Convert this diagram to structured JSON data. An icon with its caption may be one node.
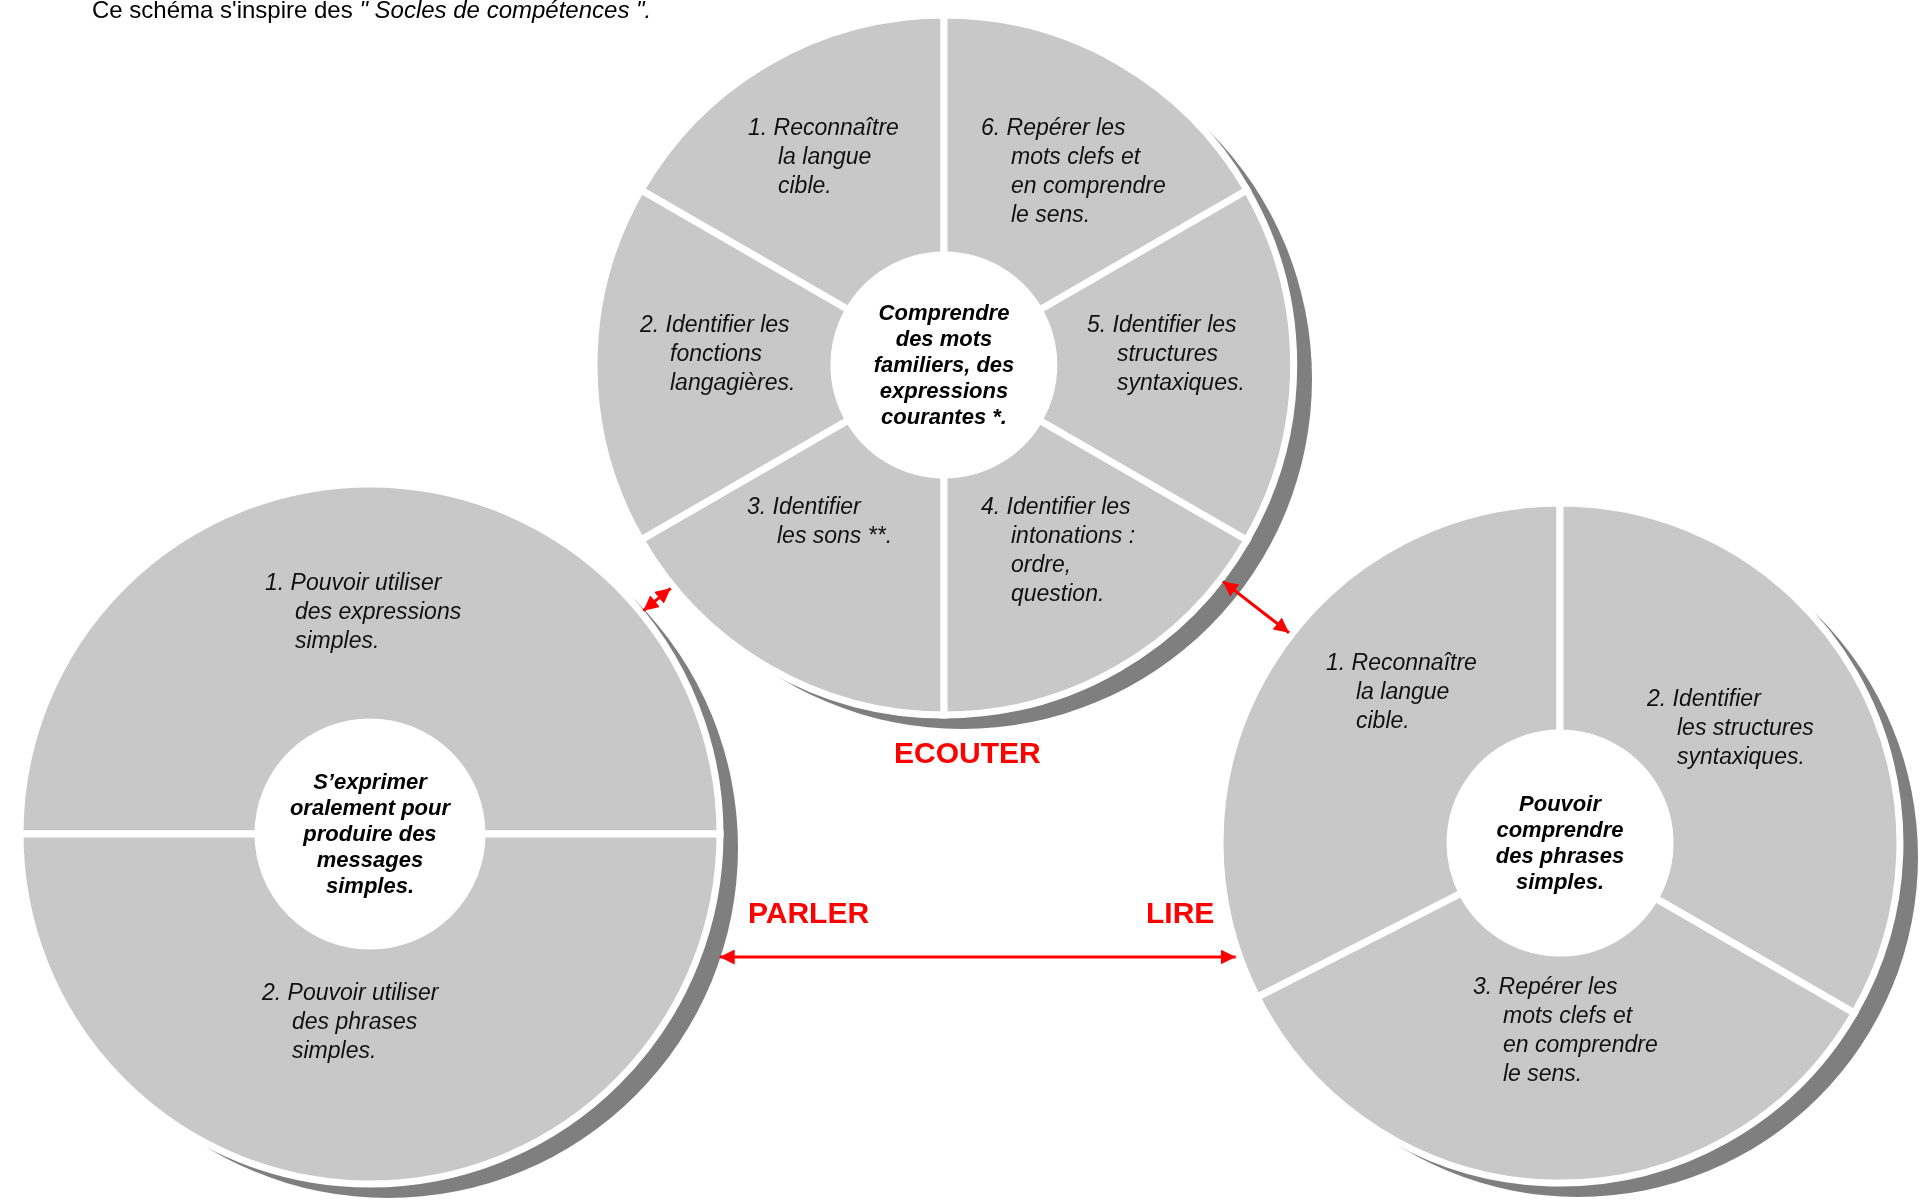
{
  "diagram": {
    "title": "Ce schéma s'inspire des *\" Socles de compétences \".*",
    "nodes": [
      {
        "text": [
          "ECOUTER"
        ]
      },
      {
        "text": [
          "Comprendre des mots familiers, des expressions courantes *."
        ],
        "in": 0
      },
      {
        "text": [
          "1. Reconnaître la langue cible."
        ],
        "in": 0
      },
      {
        "text": [
          "2. Identifier les fonctions langagières."
        ],
        "in": 0
      },
      {
        "text": [
          "3. Identifier les sons **."
        ],
        "in": 0
      },
      {
        "text": [
          "4. Identifier les intonations : ordre, question."
        ],
        "in": 0
      },
      {
        "text": [
          "5. Identifier les structures syntaxiques."
        ],
        "in": 0
      },
      {
        "text": [
          "6. Repérer les mots clefs et en comprendre le sens."
        ],
        "in": 0
      },
      {
        "text": [
          "PARLER"
        ]
      },
      {
        "text": [
          "S’exprimer oralement pour produire des messages simples."
        ],
        "in": 8
      },
      {
        "text": [
          "1. Pouvoir utiliser des expressions simples."
        ],
        "in": 8
      },
      {
        "text": [
          "2. Pouvoir utiliser des phrases simples."
        ],
        "in": 8
      },
      {
        "text": [
          "LIRE"
        ]
      },
      {
        "text": [
          "Pouvoir comprendre des phrases simples."
        ],
        "in": 12
      },
      {
        "text": [
          "1. Reconnaître la langue cible."
        ],
        "in": 12
      },
      {
        "text": [
          "2. Identifier les structures syntaxiques."
        ],
        "in": 12
      },
      {
        "text": [
          "3. Repérer les mots clefs et en comprendre le sens."
        ],
        "in": 12
      }
    ],
    "edges": [
      {
        "from": 0,
        "to": 8,
        "arrow": "both",
        "color": "#ff0000"
      },
      {
        "from": 0,
        "to": 12,
        "arrow": "both",
        "color": "#ff0000"
      },
      {
        "from": 8,
        "to": 12,
        "arrow": "both",
        "color": "#ff0000"
      }
    ]
  }
}
